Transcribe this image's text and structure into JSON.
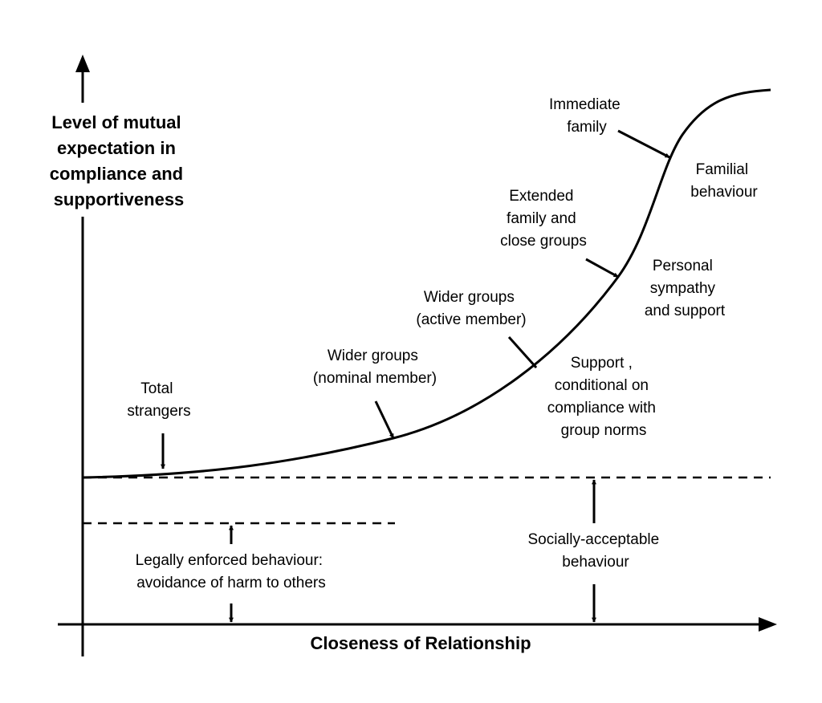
{
  "y_axis_title": [
    "Level of mutual",
    "expectation in",
    "compliance and",
    "supportiveness"
  ],
  "x_axis_title": "Closeness of Relationship",
  "points": {
    "total_strangers": [
      "Total",
      "strangers"
    ],
    "wider_nominal": [
      "Wider groups",
      "(nominal member)"
    ],
    "wider_active": [
      "Wider groups",
      "(active member)"
    ],
    "extended_family": [
      "Extended",
      "family and",
      "close groups"
    ],
    "immediate_family": [
      "Immediate",
      "family"
    ]
  },
  "zones": {
    "familial": [
      "Familial",
      "behaviour"
    ],
    "personal": [
      "Personal",
      "sympathy",
      "and support"
    ],
    "conditional": [
      "Support ,",
      "conditional on",
      "compliance with",
      "group norms"
    ],
    "socially_acceptable": [
      "Socially-acceptable",
      "behaviour"
    ],
    "legally_enforced": [
      "Legally enforced behaviour:",
      "avoidance of harm to others"
    ]
  }
}
